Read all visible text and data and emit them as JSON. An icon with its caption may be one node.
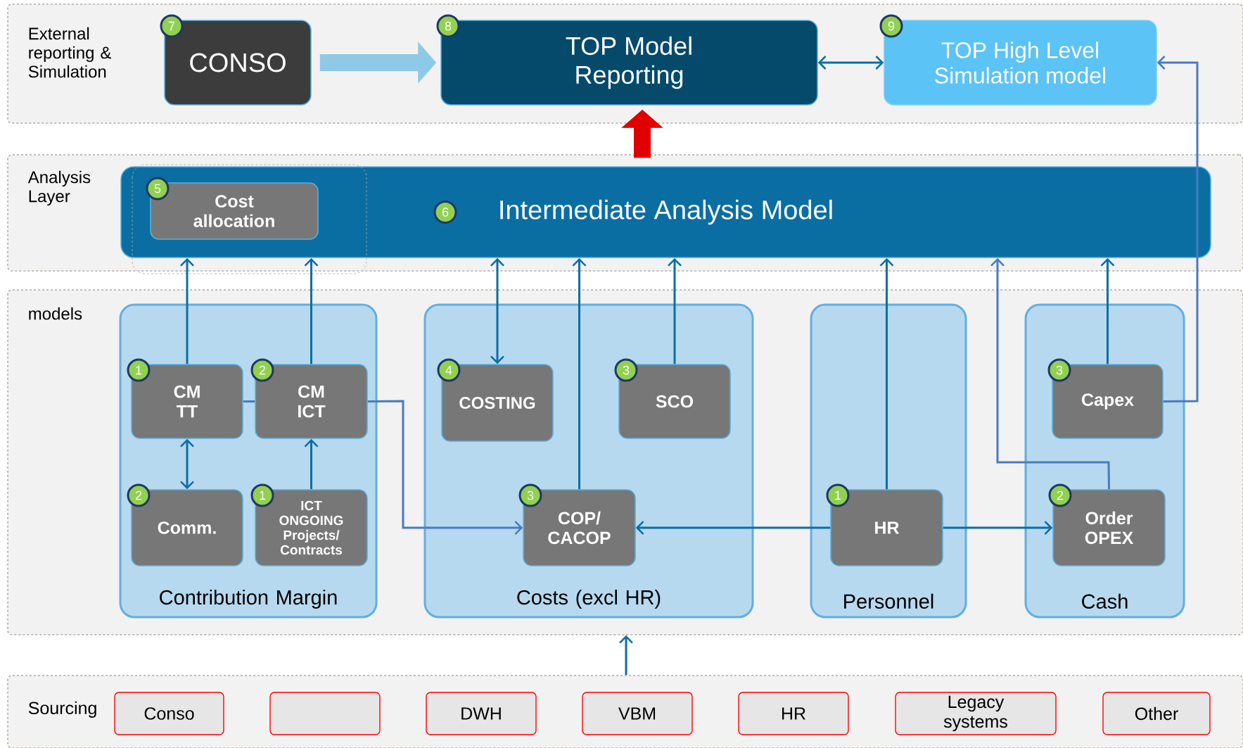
{
  "diagram": {
    "nodes": [
      {
        "text": [
          "External reporting & Simulation"
        ]
      },
      {
        "text": [
          "7",
          "CONSO"
        ],
        "in": 0
      },
      {
        "text": [
          "8",
          "TOP Model Reporting"
        ],
        "in": 0
      },
      {
        "text": [
          "9",
          "TOP High Level Simulation model"
        ],
        "in": 0
      },
      {
        "text": [
          "Analysis Layer"
        ]
      },
      {
        "text": [
          "6",
          "Intermediate Analysis Model"
        ],
        "in": 4
      },
      {
        "text": [
          "5",
          "Cost allocation"
        ],
        "in": 5
      },
      {
        "text": [
          "models"
        ]
      },
      {
        "text": [
          "Contribution Margin"
        ],
        "in": 7
      },
      {
        "text": [
          "1",
          "CM TT"
        ],
        "in": 8
      },
      {
        "text": [
          "2",
          "CM ICT"
        ],
        "in": 8
      },
      {
        "text": [
          "2",
          "Comm."
        ],
        "in": 8
      },
      {
        "text": [
          "1",
          "ICT ONGOING Projects/ Contracts"
        ],
        "in": 8
      },
      {
        "text": [
          "Costs (excl HR)"
        ],
        "in": 7
      },
      {
        "text": [
          "4",
          "COSTING"
        ],
        "in": 13
      },
      {
        "text": [
          "3",
          "SCO"
        ],
        "in": 13
      },
      {
        "text": [
          "3",
          "COP/ CACOP"
        ],
        "in": 13
      },
      {
        "text": [
          "Personnel"
        ],
        "in": 7
      },
      {
        "text": [
          "1",
          "HR"
        ],
        "in": 17
      },
      {
        "text": [
          "Cash"
        ],
        "in": 7
      },
      {
        "text": [
          "3",
          "Capex"
        ],
        "in": 19
      },
      {
        "text": [
          "2",
          "Order OPEX"
        ],
        "in": 19
      },
      {
        "text": [
          "Sourcing"
        ]
      },
      {
        "text": [
          "Conso"
        ],
        "in": 22
      },
      {
        "text": [],
        "shape": "box",
        "in": 22
      },
      {
        "text": [
          "DWH"
        ],
        "in": 22
      },
      {
        "text": [
          "VBM"
        ],
        "in": 22
      },
      {
        "text": [
          "HR"
        ],
        "in": 22
      },
      {
        "text": [
          "Legacy systems"
        ],
        "in": 22
      },
      {
        "text": [
          "Other"
        ],
        "in": 22
      }
    ],
    "edges": [
      {
        "from": 1,
        "to": 2,
        "arrow": "to",
        "style": "thick",
        "color": "#8ecae8"
      },
      {
        "from": 2,
        "to": 3,
        "arrow": "both"
      },
      {
        "from": 5,
        "to": 2,
        "arrow": "to",
        "style": "thick",
        "color": "#e00000"
      },
      {
        "from": 20,
        "to": 3,
        "arrow": "to",
        "color": "#4a7abf"
      },
      {
        "from": 9,
        "to": 5,
        "arrow": "to"
      },
      {
        "from": 10,
        "to": 5,
        "arrow": "to"
      },
      {
        "from": 9,
        "to": 10,
        "arrow": "none",
        "color": "#4a7abf"
      },
      {
        "from": 10,
        "to": 16,
        "arrow": "to",
        "color": "#4a7abf"
      },
      {
        "from": 9,
        "to": 11,
        "arrow": "both"
      },
      {
        "from": 12,
        "to": 10,
        "arrow": "to"
      },
      {
        "from": 5,
        "to": 14,
        "arrow": "both"
      },
      {
        "from": 16,
        "to": 5,
        "arrow": "to"
      },
      {
        "from": 15,
        "to": 5,
        "arrow": "to"
      },
      {
        "from": 18,
        "to": 5,
        "arrow": "to"
      },
      {
        "from": 18,
        "to": 16,
        "arrow": "to"
      },
      {
        "from": 18,
        "to": 21,
        "arrow": "to"
      },
      {
        "from": 21,
        "to": 5,
        "arrow": "to",
        "color": "#4a7abf"
      },
      {
        "from": 20,
        "to": 5,
        "arrow": "to"
      },
      {
        "from": 22,
        "to": 7,
        "arrow": "to"
      }
    ]
  }
}
